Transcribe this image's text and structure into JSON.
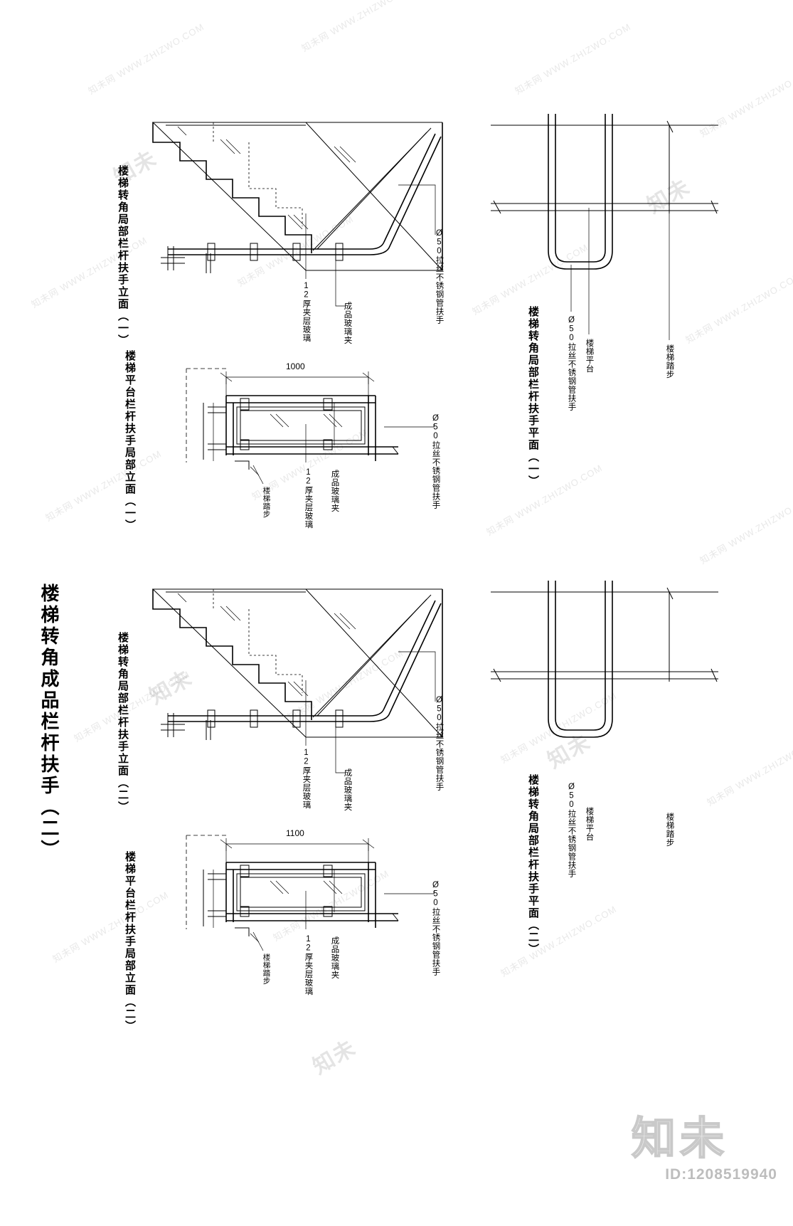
{
  "sheet": {
    "main_title": "楼梯转角成品栏杆扶手（二）",
    "watermark_text": "知未网 WWW.ZHIZWO.COM",
    "logo": {
      "brand": "知未",
      "id_label": "ID:1208519940"
    }
  },
  "drawings": [
    {
      "id": "elev-corner-1",
      "title": "楼梯转角局部栏杆扶手立面（一）",
      "labels": [
        "Ø50拉丝不锈钢管扶手",
        "12厚夹层玻璃",
        "成品玻璃夹"
      ]
    },
    {
      "id": "plan-corner-1",
      "title": "楼梯转角局部栏杆扶手平面（一）",
      "labels": [
        "Ø50拉丝不锈钢管扶手",
        "楼梯平台",
        "楼梯踏步"
      ]
    },
    {
      "id": "platform-elev-1",
      "title": "楼梯平台栏杆扶手局部立面（一）",
      "dimension": "1000",
      "labels": [
        "Ø50拉丝不锈钢管扶手",
        "12厚夹层玻璃",
        "成品玻璃夹",
        "楼梯踏步"
      ]
    },
    {
      "id": "elev-corner-2",
      "title": "楼梯转角局部栏杆扶手立面（二）",
      "labels": [
        "Ø50拉丝不锈钢管扶手",
        "12厚夹层玻璃",
        "成品玻璃夹"
      ]
    },
    {
      "id": "plan-corner-2",
      "title": "楼梯转角局部栏杆扶手平面（二）",
      "labels": [
        "Ø50拉丝不锈钢管扶手",
        "楼梯平台",
        "楼梯踏步"
      ]
    },
    {
      "id": "platform-elev-2",
      "title": "楼梯平台栏杆扶手局部立面（二）",
      "dimension": "1100",
      "labels": [
        "Ø50拉丝不锈钢管扶手",
        "12厚夹层玻璃",
        "成品玻璃夹",
        "楼梯踏步"
      ]
    }
  ]
}
